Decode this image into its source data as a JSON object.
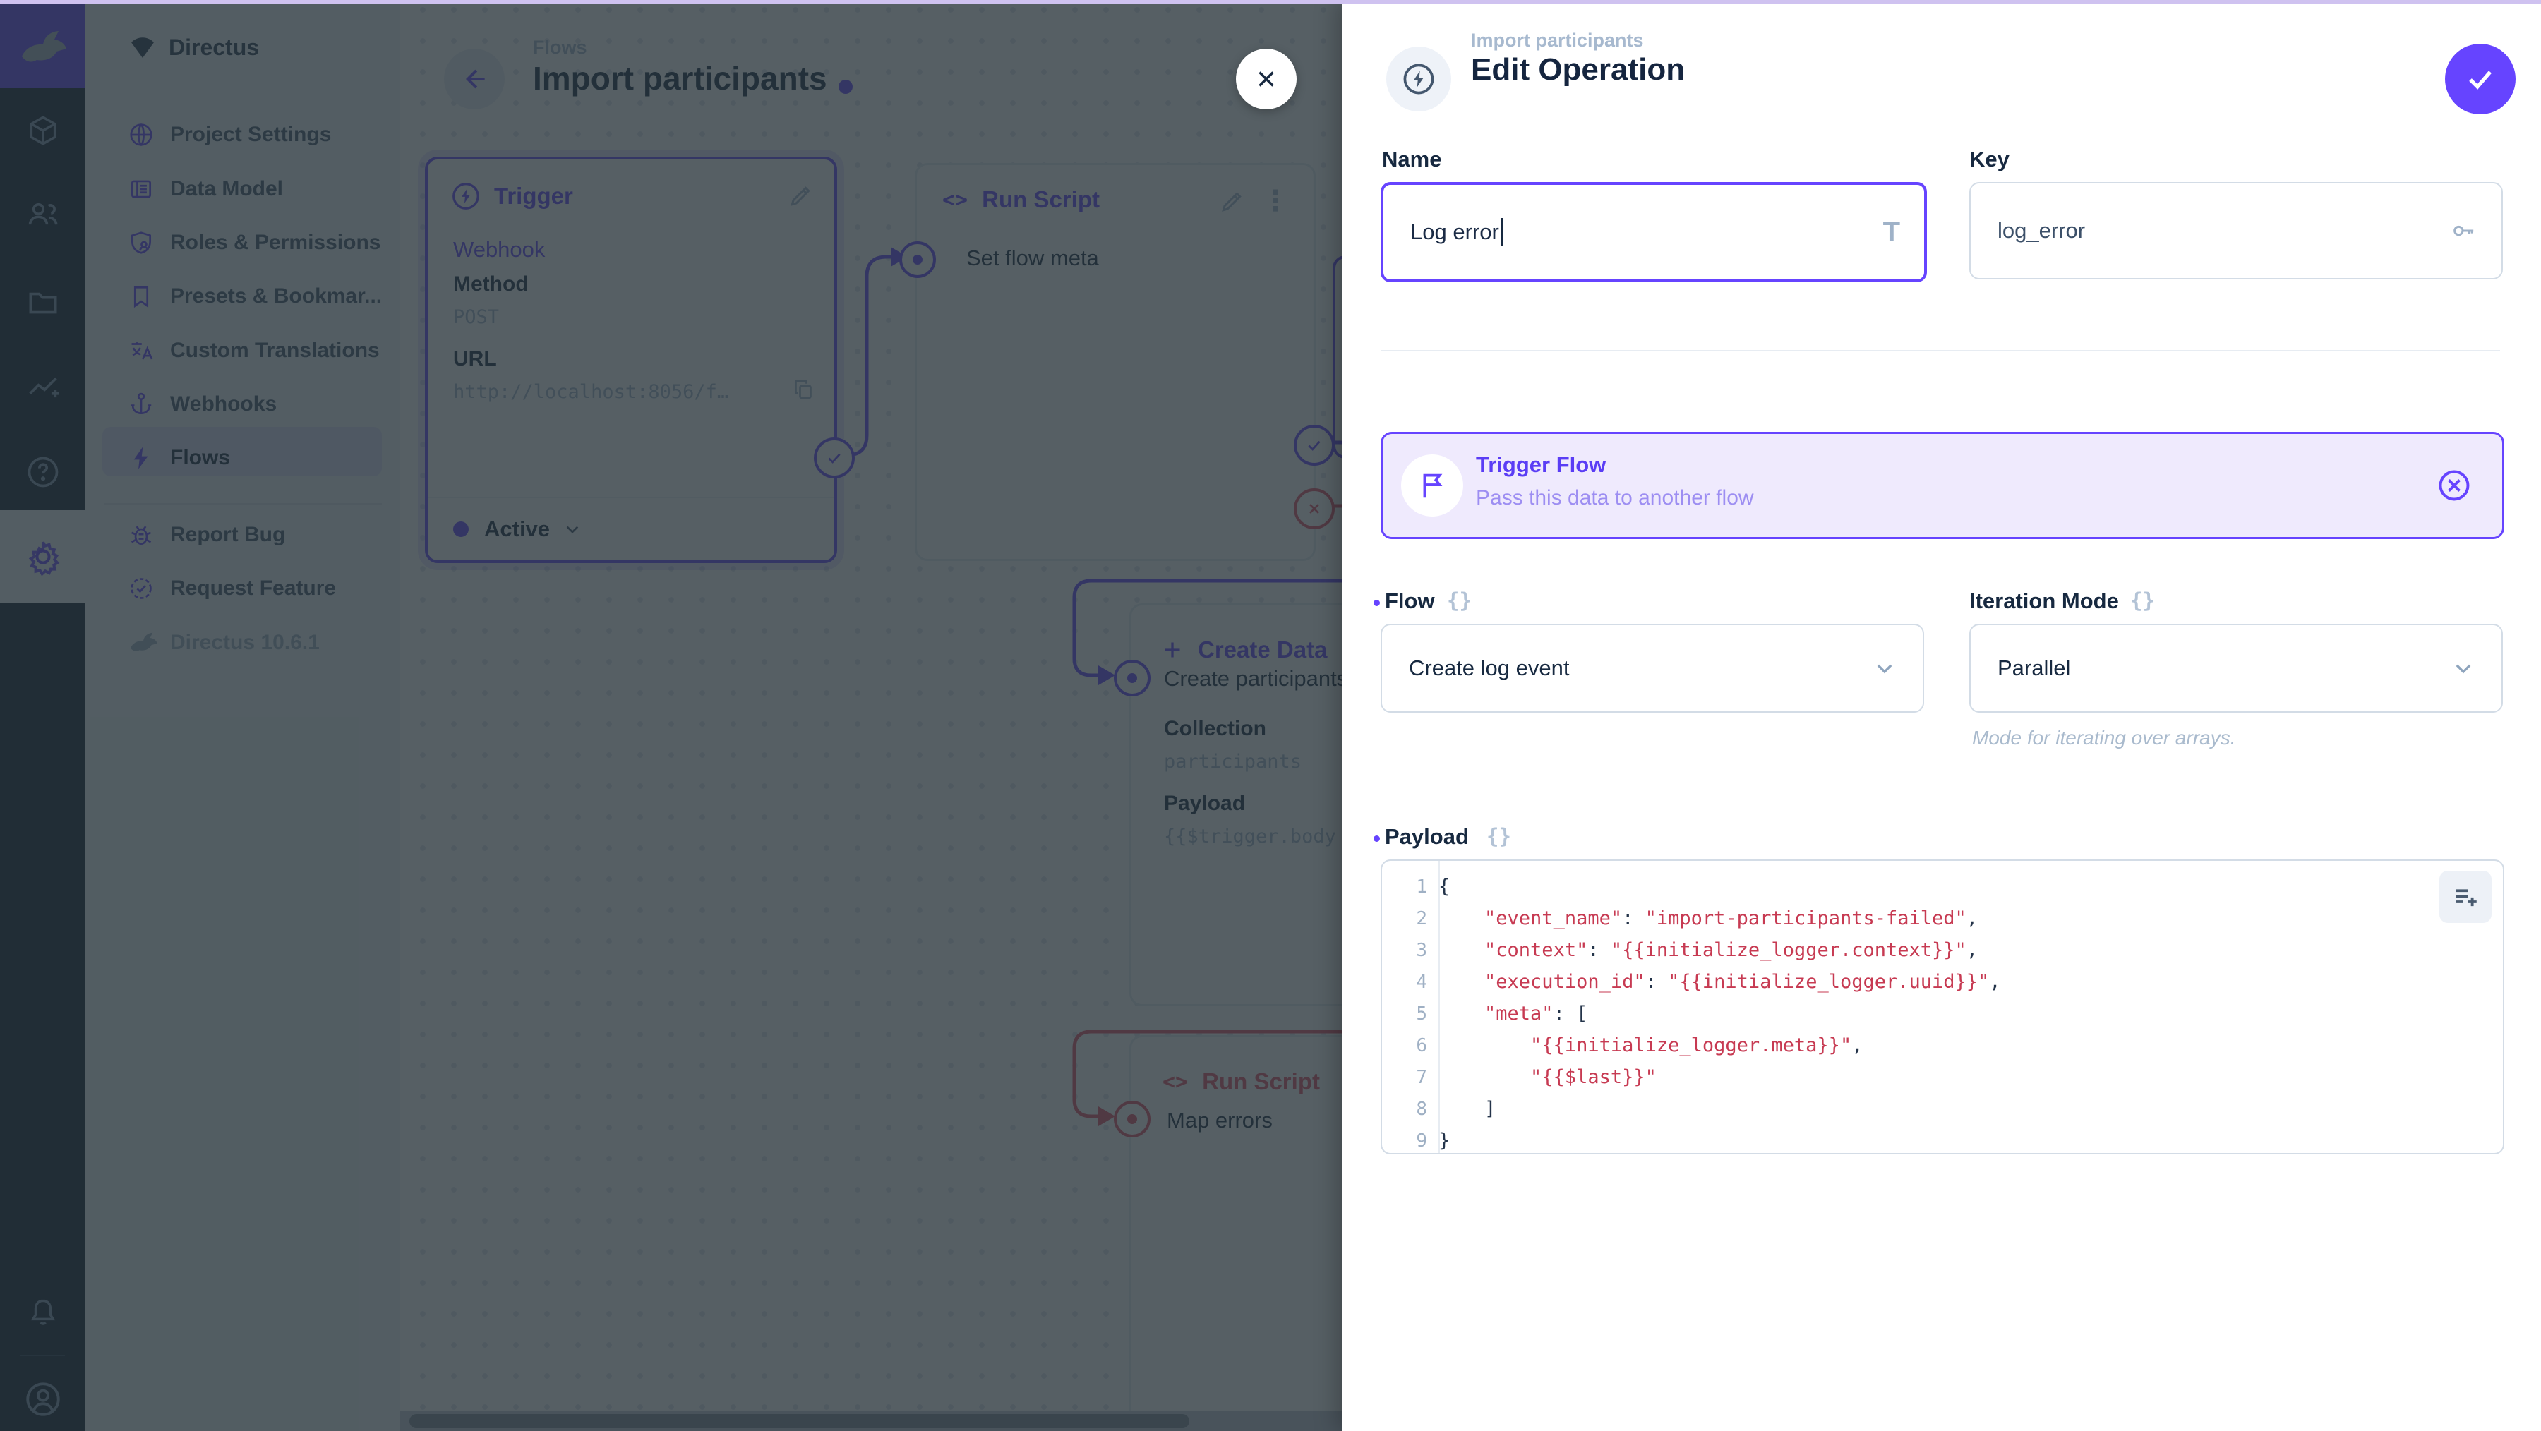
{
  "colors": {
    "accent": "#6644ff",
    "danger": "#e35169",
    "strip": "#cfc2f0"
  },
  "module_bar": {
    "modules": [
      "directus-logo",
      "content-module",
      "users-module",
      "files-module",
      "insights-module",
      "help-module",
      "settings-module",
      "notifications-bell",
      "user-avatar"
    ]
  },
  "sidebar": {
    "project_name": "Directus",
    "items": [
      {
        "label": "Project Settings",
        "icon": "globe-icon"
      },
      {
        "label": "Data Model",
        "icon": "data-model-icon"
      },
      {
        "label": "Roles & Permissions",
        "icon": "roles-icon"
      },
      {
        "label": "Presets & Bookmar...",
        "icon": "bookmark-icon"
      },
      {
        "label": "Custom Translations",
        "icon": "translate-icon"
      },
      {
        "label": "Webhooks",
        "icon": "anchor-icon"
      },
      {
        "label": "Flows",
        "icon": "bolt-icon"
      }
    ],
    "footer_items": [
      {
        "label": "Report Bug",
        "icon": "bug-icon"
      },
      {
        "label": "Request Feature",
        "icon": "feature-icon"
      }
    ],
    "version": "Directus 10.6.1"
  },
  "canvas": {
    "breadcrumb": "Flows",
    "title": "Import participants",
    "trigger_card": {
      "title": "Trigger",
      "type": "Webhook",
      "method_label": "Method",
      "method": "POST",
      "url_label": "URL",
      "url": "http://localhost:8056/f…",
      "status": "Active"
    },
    "run_script_card": {
      "title": "Run Script",
      "name": "Set flow meta"
    },
    "create_data_card": {
      "title": "Create Data",
      "name": "Create participants",
      "collection_label": "Collection",
      "collection": "participants",
      "payload_label": "Payload",
      "payload": "{{$trigger.body"
    },
    "map_errors_card": {
      "title": "Run Script",
      "name": "Map errors"
    }
  },
  "drawer": {
    "breadcrumb": "Import participants",
    "title": "Edit Operation",
    "name_label": "Name",
    "name_value": "Log error",
    "key_label": "Key",
    "key_value": "log_error",
    "banner": {
      "title": "Trigger Flow",
      "subtitle": "Pass this data to another flow"
    },
    "flow_label": "Flow",
    "flow_value": "Create log event",
    "iteration_label": "Iteration Mode",
    "iteration_value": "Parallel",
    "iteration_note": "Mode for iterating over arrays.",
    "payload_label": "Payload",
    "raw_icon": "{}",
    "payload_lines": [
      "{",
      "    \"event_name\": \"import-participants-failed\",",
      "    \"context\": \"{{initialize_logger.context}}\",",
      "    \"execution_id\": \"{{initialize_logger.uuid}}\",",
      "    \"meta\": [",
      "        \"{{initialize_logger.meta}}\",",
      "        \"{{$last}}\"",
      "    ]",
      "}"
    ]
  }
}
